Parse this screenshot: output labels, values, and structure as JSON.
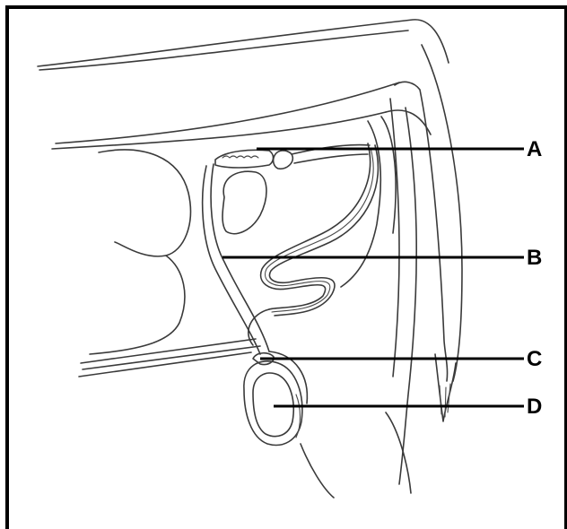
{
  "figure": {
    "labels": [
      {
        "id": "a",
        "text": "A"
      },
      {
        "id": "b",
        "text": "B"
      },
      {
        "id": "c",
        "text": "C"
      },
      {
        "id": "d",
        "text": "D"
      }
    ]
  }
}
